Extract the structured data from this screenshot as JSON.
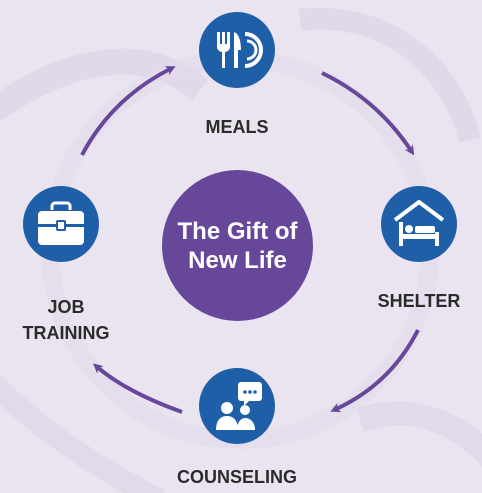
{
  "center": {
    "text": "The Gift of New Life"
  },
  "nodes": [
    {
      "label": "MEALS",
      "icon": "fork-knife-plate-icon"
    },
    {
      "label": "SHELTER",
      "icon": "bed-house-icon"
    },
    {
      "label": "COUNSELING",
      "icon": "people-speech-bubble-icon"
    },
    {
      "label": "JOB TRAINING",
      "icon": "toolbox-icon"
    }
  ],
  "colors": {
    "background": "#e9e4f0",
    "node": "#1f5fa8",
    "center": "#67479a",
    "arrow": "#67479a",
    "label": "#2b2b2b"
  }
}
